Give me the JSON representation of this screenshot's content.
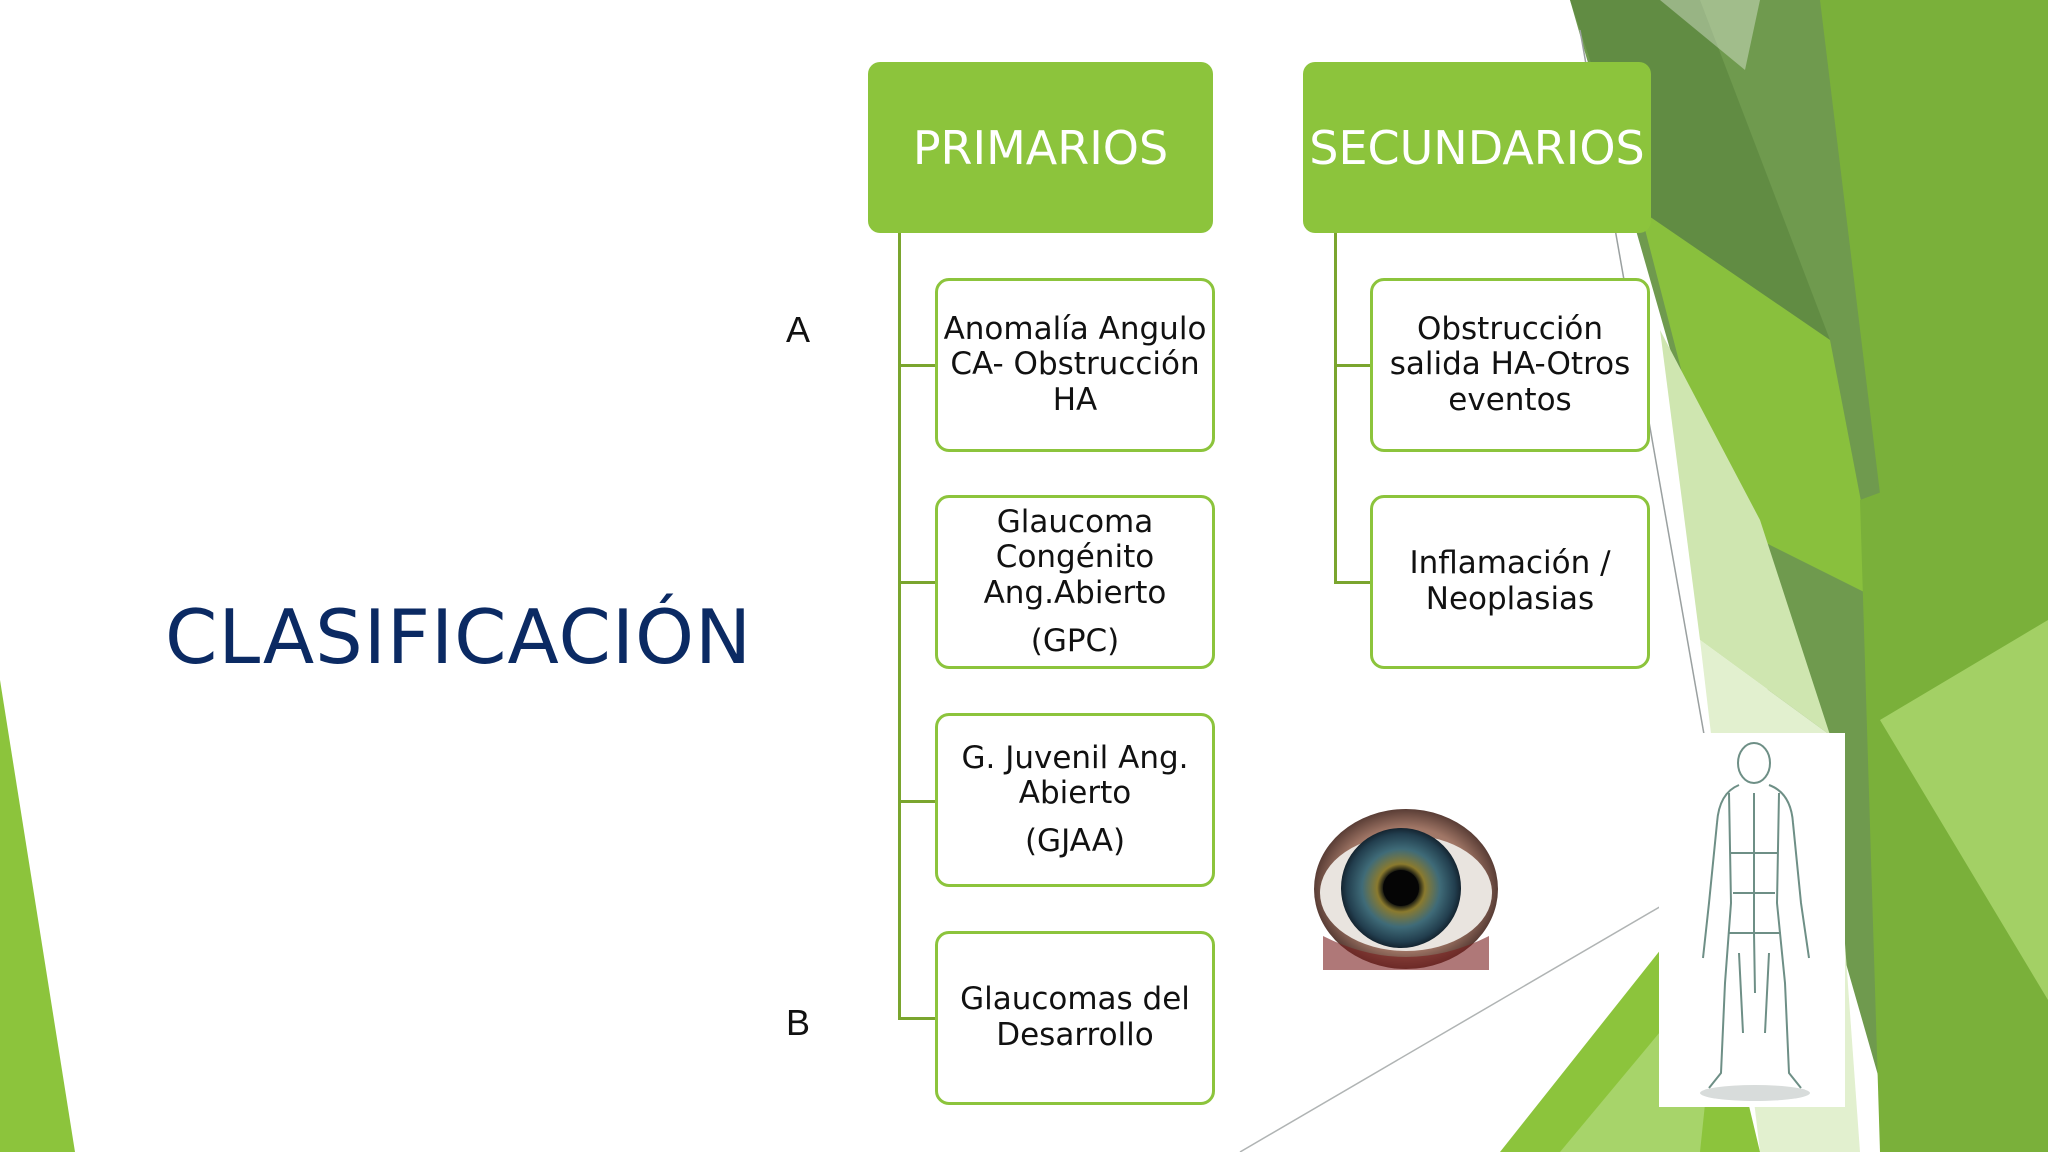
{
  "slide": {
    "title": "CLASIFICACIÓN",
    "letter_a": "A",
    "letter_b": "B"
  },
  "primarios": {
    "header": "PRIMARIOS",
    "items": [
      {
        "text": "Anomalía Angulo CA- Obstrucción HA"
      },
      {
        "text": "Glaucoma Congénito Ang.Abierto",
        "sub": "(GPC)"
      },
      {
        "text": "G. Juvenil Ang. Abierto",
        "sub": "(GJAA)"
      },
      {
        "text": "Glaucomas del Desarrollo"
      }
    ]
  },
  "secundarios": {
    "header": "SECUNDARIOS",
    "items": [
      {
        "text": "Obstrucción salida HA-Otros eventos"
      },
      {
        "text": "Inflamación / Neoplasias"
      }
    ]
  },
  "colors": {
    "accent_green": "#8cc43c",
    "title_navy": "#0b2a63",
    "connector": "#7aa52e"
  },
  "images": [
    "eye-photo",
    "human-body-illustration"
  ]
}
